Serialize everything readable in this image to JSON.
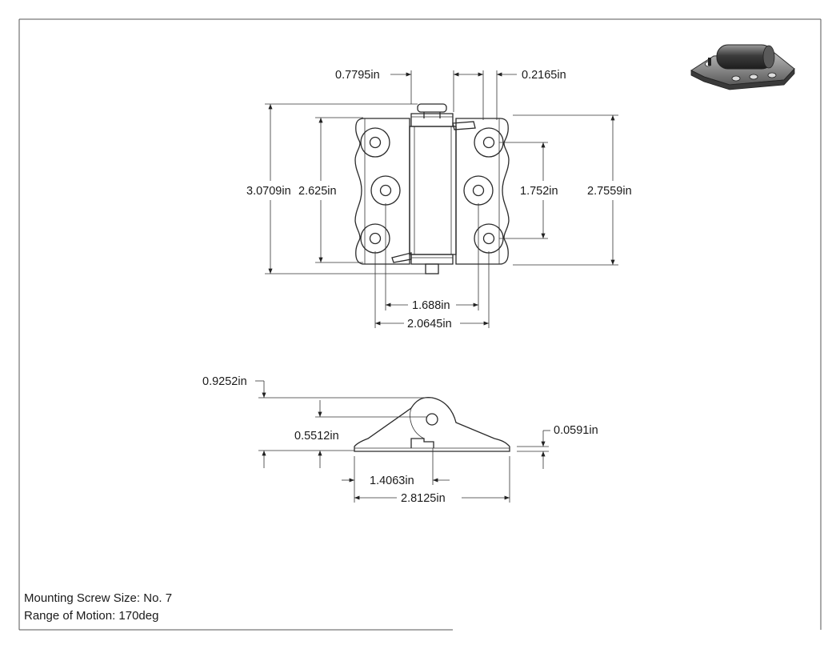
{
  "dimensions": {
    "top_view": {
      "d_0_7795": "0.7795in",
      "d_0_2165": "0.2165in",
      "d_3_0709": "3.0709in",
      "d_2_625": "2.625in",
      "d_1_752": "1.752in",
      "d_2_7559": "2.7559in",
      "d_1_688": "1.688in",
      "d_2_0645": "2.0645in"
    },
    "side_view": {
      "d_0_9252": "0.9252in",
      "d_0_5512": "0.5512in",
      "d_0_0591": "0.0591in",
      "d_1_4063": "1.4063in",
      "d_2_8125": "2.8125in"
    }
  },
  "notes": {
    "screw_size": "Mounting Screw Size: No. 7",
    "range_of_motion": "Range of Motion: 170deg"
  },
  "icons": {
    "iso_view": "hinge-isometric-icon"
  }
}
